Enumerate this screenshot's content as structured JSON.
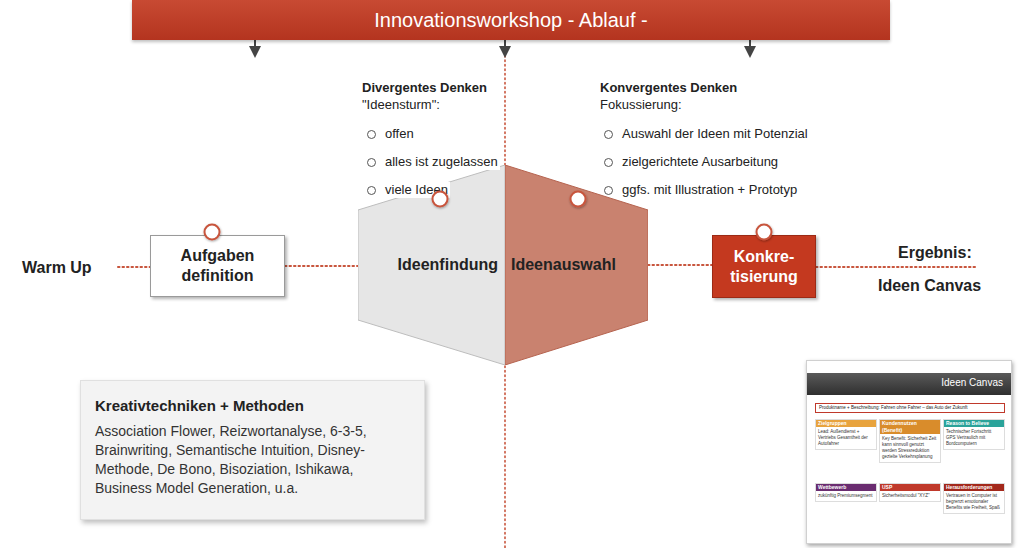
{
  "diagram": {
    "title": "Innovationsworkshop - Ablauf -",
    "nodes": [
      {
        "text": [
          "Aufgaben definition"
        ]
      },
      {
        "text": [
          "Ideenfindung"
        ]
      },
      {
        "text": [
          "Ideenauswahl"
        ]
      },
      {
        "text": [
          "Konkre- tisierung"
        ]
      },
      {
        "text": [
          "Kreativtechniken + Methoden",
          "Association Flower, Reizwortanalyse, 6-3-5, Brainwriting, Semantische Intuition, Disney-Methode, De Bono, Bisoziation, Ishikawa, Business Model Generation, u.a."
        ]
      },
      {
        "text": [
          "Ideen Canvas"
        ]
      },
      {
        "text": [
          "Produktname + Beschreibung: Fahren ohne Fahrer – das Auto der Zukunft"
        ],
        "in": 5
      },
      {
        "text": [
          "Zielgruppen",
          "Lead: Außendienst + Vertriebs Gesamtheit der Autofahrer"
        ],
        "in": 5
      },
      {
        "text": [
          "Kundennutzen (Benefit)",
          "Key Benefit: Sicherheit Zeit kann sinnvoll genutzt werden Stressreduktion gezielte Verkehrsplanung"
        ],
        "in": 5
      },
      {
        "text": [
          "Reason to Believe",
          "Technischer Fortschritt GPS Vertraulich mit Bordcomputern"
        ],
        "in": 5
      },
      {
        "text": [
          "Wettbewerb",
          "zukünftig Premiumsegment"
        ],
        "in": 5
      },
      {
        "text": [
          "USP",
          "Sicherheitsmodul \"XYZ\""
        ],
        "in": 5
      },
      {
        "text": [
          "Herausforderungen",
          "Vertrauen in Computer ist begrenzt emotionaler Benefits wie Freiheit, Spaß"
        ],
        "in": 5
      }
    ],
    "edges": [
      {
        "from": 0,
        "to": 1,
        "arrow": "none"
      },
      {
        "from": 2,
        "to": 3,
        "arrow": "none"
      }
    ],
    "labels": [
      "Warm Up",
      "Divergentes Denken",
      "\"Ideensturm\":",
      "offen",
      "alles ist zugelassen",
      "viele Ideen",
      "Konvergentes Denken",
      "Fokussierung:",
      "Auswahl der Ideen mit Potenzial",
      "zielgerichtete Ausarbeitung",
      "ggfs. mit Illustration + Prototyp",
      "Ergebnis:",
      "Ideen Canvas"
    ]
  }
}
